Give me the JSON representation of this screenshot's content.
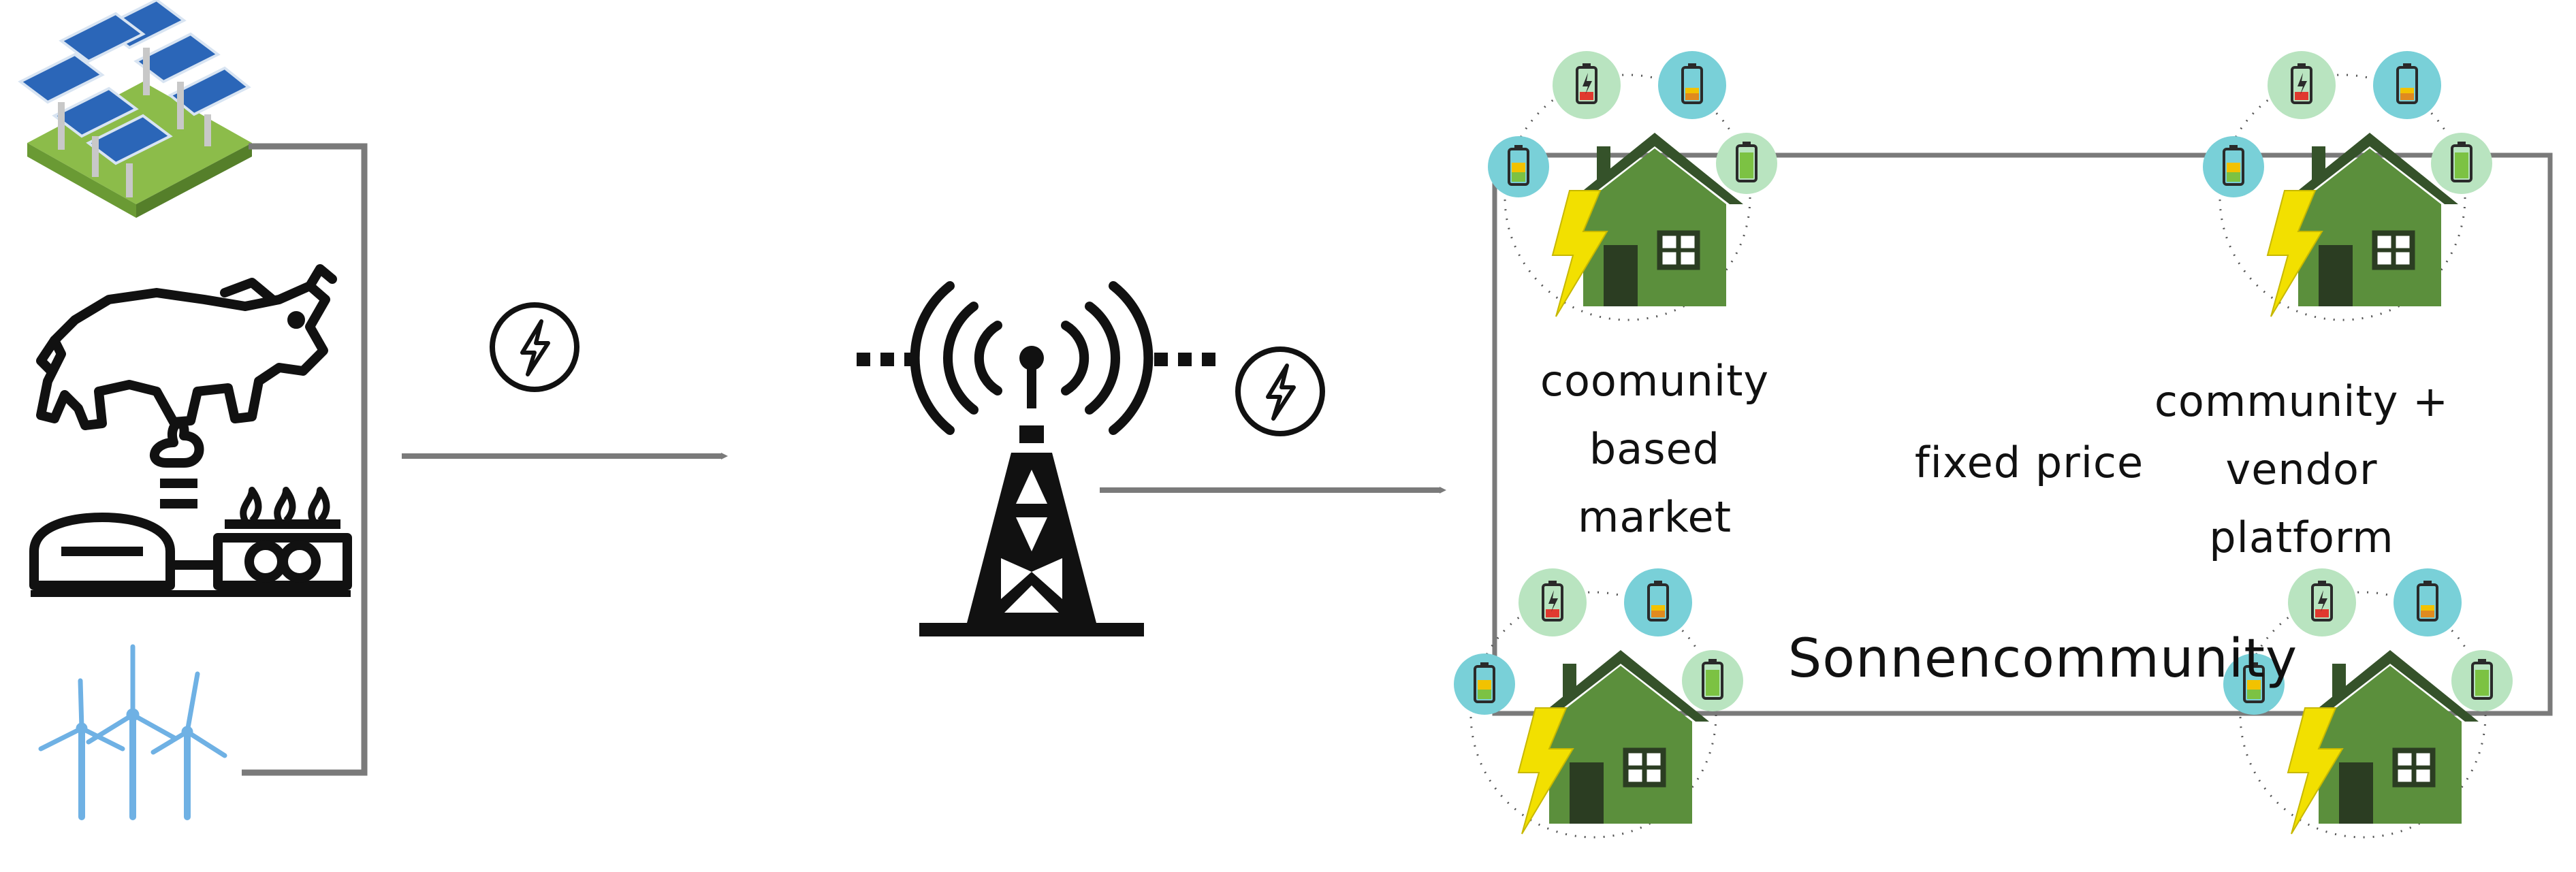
{
  "labels": {
    "market": "coomunity based market",
    "fixed": "fixed price",
    "vendor": "community + vendor platform",
    "sonnencommunity": "Sonnencommunity"
  },
  "colors": {
    "line": "#7a7a7a",
    "house": "#5b8f3c",
    "house_roof": "#35522a",
    "bolt": "#f2e000",
    "solar_panel": "#2b66b8",
    "wind": "#6fb1e4",
    "battery_bg_green": "#b9e4c0",
    "battery_bg_teal": "#79d0d8"
  },
  "icons": [
    "solar-farm-icon",
    "bull-icon",
    "biogas-plant-icon",
    "wind-turbines-icon",
    "lightning-circle-icon",
    "radio-tower-icon",
    "house-icon",
    "battery-icon",
    "lightning-bolt-icon"
  ]
}
